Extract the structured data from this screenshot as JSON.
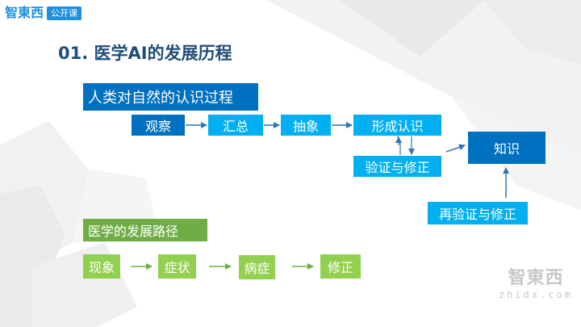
{
  "logo": {
    "brand": "智東西",
    "badge": "公开课"
  },
  "title": "01. 医学AI的发展历程",
  "section1": {
    "heading": "人类对自然的认识过程",
    "steps": [
      "观察",
      "汇总",
      "抽象",
      "形成认识"
    ],
    "verify": "验证与修正",
    "knowledge": "知识",
    "reverify": "再验证与修正"
  },
  "section2": {
    "heading": "医学的发展路径",
    "steps": [
      "现象",
      "症状",
      "病症",
      "修正"
    ]
  },
  "watermark": {
    "main": "智東西",
    "sub": "zhidx.com"
  },
  "colors": {
    "title": "#1f4e79",
    "dark_blue": "#0070c0",
    "light_blue": "#00b0f0",
    "green": "#92d050",
    "green_dark": "#70ad47",
    "arrow": "#2e74b5"
  }
}
